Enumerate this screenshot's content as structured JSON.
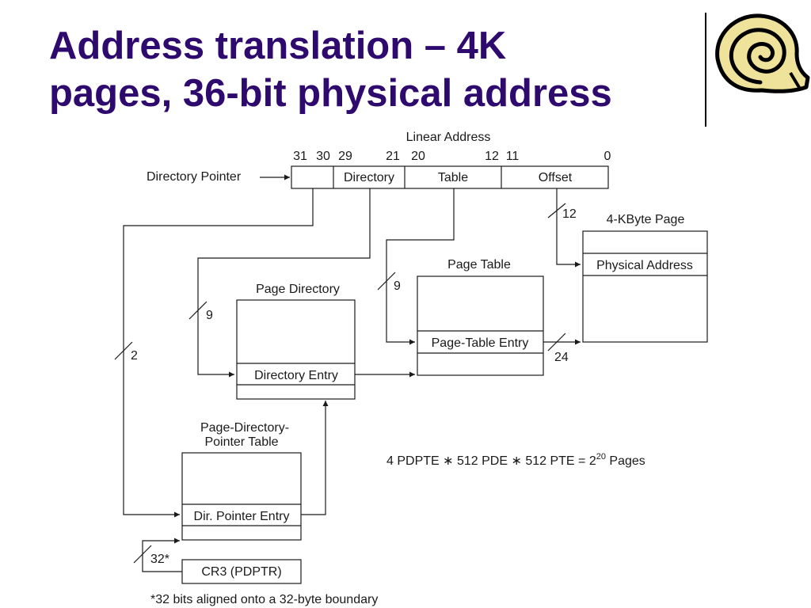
{
  "slide": {
    "title_line1": "Address translation – 4K",
    "title_line2": "pages, 36-bit physical address"
  },
  "logo": {
    "icon": "snail-shell-icon"
  },
  "diagram": {
    "linear_address": {
      "label": "Linear Address",
      "bits": [
        "31",
        "30",
        "29",
        "21",
        "20",
        "12",
        "11",
        "0"
      ],
      "fields": [
        "Directory",
        "Table",
        "Offset"
      ]
    },
    "directory_pointer_label": "Directory Pointer",
    "page_directory": {
      "title": "Page Directory",
      "entry": "Directory Entry"
    },
    "page_table": {
      "title": "Page Table",
      "entry": "Page-Table Entry"
    },
    "page": {
      "title": "4-KByte Page",
      "entry": "Physical Address"
    },
    "pdpt": {
      "title_line1": "Page-Directory-",
      "title_line2": "Pointer Table",
      "entry": "Dir. Pointer Entry"
    },
    "cr3": {
      "label": "CR3 (PDPTR)"
    },
    "widths": {
      "offset": "12",
      "table": "9",
      "directory": "9",
      "pointer": "2",
      "phys": "24",
      "cr3": "32*"
    },
    "formula": {
      "text": "4 PDPTE ∗ 512 PDE ∗ 512 PTE = 2",
      "exponent": "20",
      "suffix": " Pages"
    },
    "footnote": "*32 bits aligned onto a 32-byte boundary"
  }
}
